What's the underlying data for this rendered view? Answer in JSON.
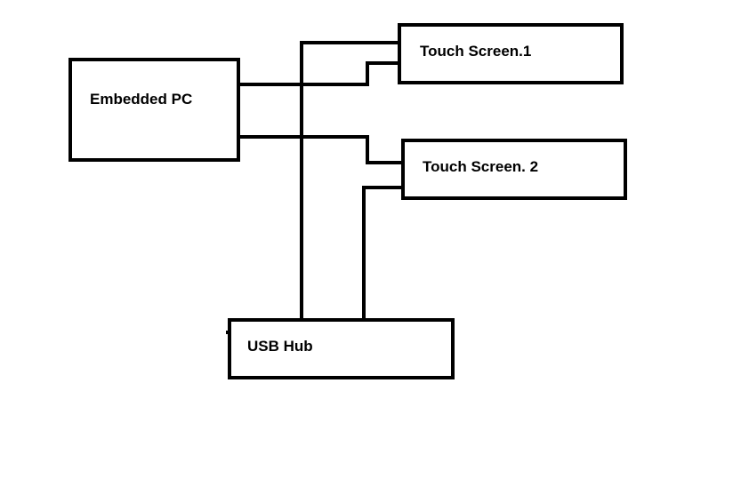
{
  "diagram": {
    "nodes": {
      "pc": "Embedded PC",
      "ts1": "Touch Screen.1",
      "ts2": "Touch Screen. 2",
      "hub": "USB Hub"
    },
    "colors": {
      "stroke": "#000000",
      "background": "#ffffff"
    }
  }
}
